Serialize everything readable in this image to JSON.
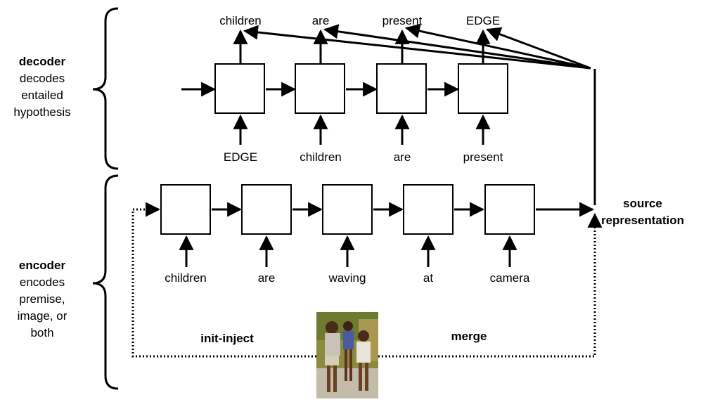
{
  "decoder": {
    "title": "decoder",
    "description_lines": [
      "decodes",
      "entailed",
      "hypothesis"
    ],
    "outputs": [
      "children",
      "are",
      "present",
      "EDGE"
    ],
    "inputs": [
      "EDGE",
      "children",
      "are",
      "present"
    ]
  },
  "encoder": {
    "title": "encoder",
    "description_lines": [
      "encodes",
      "premise,",
      "image, or",
      "both"
    ],
    "inputs": [
      "children",
      "are",
      "waving",
      "at",
      "camera"
    ]
  },
  "source": {
    "line1": "source",
    "line2": "representation"
  },
  "init_inject_label": "init-inject",
  "merge_label": "merge",
  "image": {
    "subject": "photo of children",
    "colors": {
      "sky": "#7a8a3a",
      "ground": "#b8b0a0",
      "skin": "#6b3f22"
    }
  }
}
